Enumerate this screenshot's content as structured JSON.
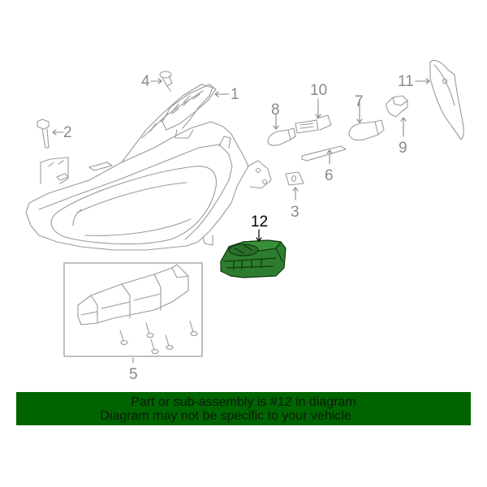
{
  "diagram": {
    "highlighted_part": "12",
    "highlight_color": "#2e7d2e",
    "line_color": "#9a9a9a",
    "callouts": [
      {
        "id": "1",
        "label": "1"
      },
      {
        "id": "2",
        "label": "2"
      },
      {
        "id": "3",
        "label": "3"
      },
      {
        "id": "4",
        "label": "4"
      },
      {
        "id": "5",
        "label": "5"
      },
      {
        "id": "6",
        "label": "6"
      },
      {
        "id": "7",
        "label": "7"
      },
      {
        "id": "8",
        "label": "8"
      },
      {
        "id": "9",
        "label": "9"
      },
      {
        "id": "10",
        "label": "10"
      },
      {
        "id": "11",
        "label": "11"
      },
      {
        "id": "12",
        "label": "12"
      }
    ]
  },
  "banner": {
    "line1": "Part or sub-assembly is #12 in diagram",
    "line2": "Diagram may not be specific to your vehicle",
    "background": "#006400"
  }
}
